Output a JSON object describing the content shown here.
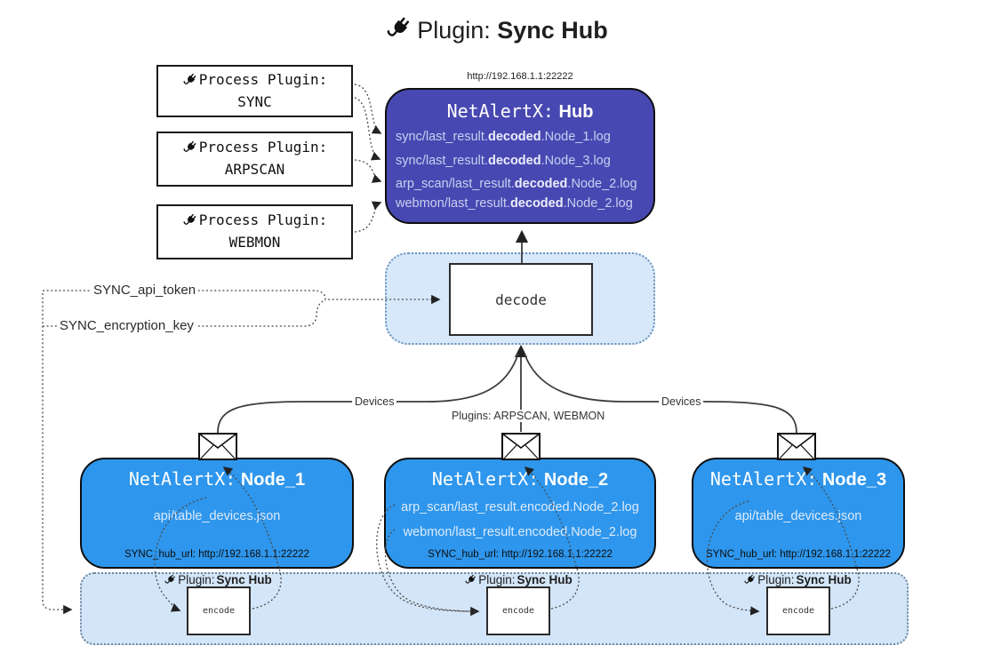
{
  "title": {
    "prefix": "Plugin:",
    "name": "Sync Hub"
  },
  "hub": {
    "url_label": "http://192.168.1.1:22222",
    "title_prefix": "NetAlertX:",
    "title_name": "Hub",
    "logs": [
      {
        "pre": "sync/last_result.",
        "bold": "decoded",
        "post": ".Node_1.log"
      },
      {
        "pre": "sync/last_result.",
        "bold": "decoded",
        "post": ".Node_3.log"
      },
      {
        "pre": "arp_scan/last_result.",
        "bold": "decoded",
        "post": ".Node_2.log"
      },
      {
        "pre": "webmon/last_result.",
        "bold": "decoded",
        "post": ".Node_2.log"
      }
    ]
  },
  "process_plugins": [
    {
      "label": "Process Plugin:",
      "name": "SYNC"
    },
    {
      "label": "Process Plugin:",
      "name": "ARPSCAN"
    },
    {
      "label": "Process Plugin:",
      "name": "WEBMON"
    }
  ],
  "decode": {
    "label": "decode"
  },
  "tokens": {
    "api_token": "SYNC_api_token",
    "encryption_key": "SYNC_encryption_key"
  },
  "edge_labels": {
    "devices_left": "Devices",
    "plugins_center": "Plugins: ARPSCAN, WEBMON",
    "devices_right": "Devices"
  },
  "nodes": [
    {
      "title_prefix": "NetAlertX:",
      "title_name": "Node_1",
      "files": [
        "api/table_devices.json"
      ],
      "hub_url": "SYNC_hub_url: http://192.168.1.1:22222"
    },
    {
      "title_prefix": "NetAlertX:",
      "title_name": "Node_2",
      "files": [
        "arp_scan/last_result.encoded.Node_2.log",
        "webmon/last_result.encoded.Node_2.log"
      ],
      "hub_url": "SYNC_hub_url: http://192.168.1.1:22222"
    },
    {
      "title_prefix": "NetAlertX:",
      "title_name": "Node_3",
      "files": [
        "api/table_devices.json"
      ],
      "hub_url": "SYNC_hub_url: http://192.168.1.1:22222"
    }
  ],
  "sync_band": {
    "plugin_label_prefix": "Plugin:",
    "plugin_label_name": "Sync Hub",
    "encode_label": "encode"
  },
  "colors": {
    "hub_fill": "#4848b2",
    "node_fill": "#2e96ec",
    "band_fill": "#d3e5f8",
    "decode_area_fill": "#d6e8fa",
    "hub_log_text": "#c9d0ef",
    "line_color": "#3d3d3d"
  }
}
